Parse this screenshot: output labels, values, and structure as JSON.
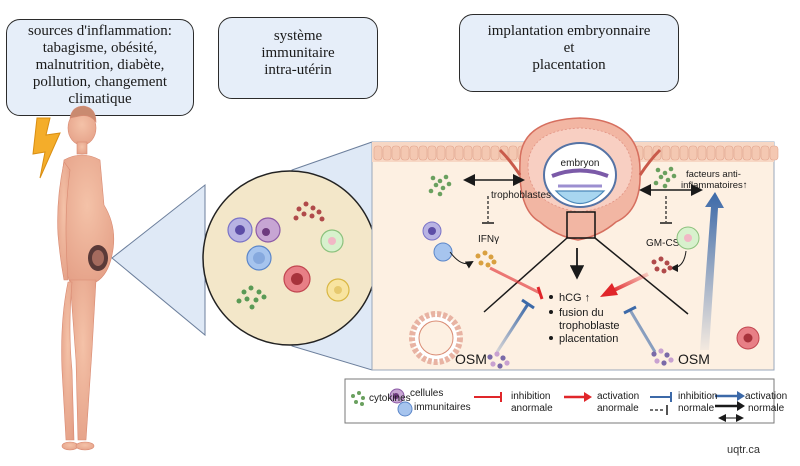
{
  "boxes": {
    "sources": {
      "lines": [
        "sources d'inflammation:",
        "tabagisme, obésité,",
        "malnutrition, diabète,",
        "pollution, changement",
        "climatique"
      ]
    },
    "immune": {
      "lines": [
        "système",
        "immunitaire",
        "intra-utérin"
      ]
    },
    "implantation": {
      "lines": [
        "implantation embryonnaire",
        "et",
        "placentation"
      ]
    }
  },
  "diagram": {
    "embryo": "embryon",
    "trophoblasts": "trophoblastes",
    "anti_inflam_1": "facteurs anti-",
    "anti_inflam_2": "inflammatoires↑",
    "ifng": "IFNγ",
    "gmcsf": "GM-CSF",
    "outcomes": [
      "hCG ↑",
      "fusion du",
      "trophoblaste",
      "placentation"
    ],
    "osm_left": "OSM",
    "osm_right": "OSM"
  },
  "legend": {
    "cytokines": "cytokines",
    "immune_cells_1": "cellules",
    "immune_cells_2": "immunitaires",
    "inhib_abnormal_1": "inhibition",
    "inhib_abnormal_2": "anormale",
    "act_abnormal_1": "activation",
    "act_abnormal_2": "anormale",
    "inhib_normal_1": "inhibition",
    "inhib_normal_2": "normale",
    "act_normal_1": "activation",
    "act_normal_2": "normale"
  },
  "watermark": "uqtr.ca",
  "colors": {
    "bubble_fill": "#e6eef9",
    "tissue_fill": "#fdf0e2",
    "circle_fill": "#f3e7c9",
    "abnormal_red": "#e0262a",
    "normal_blue": "#3c69a8"
  }
}
